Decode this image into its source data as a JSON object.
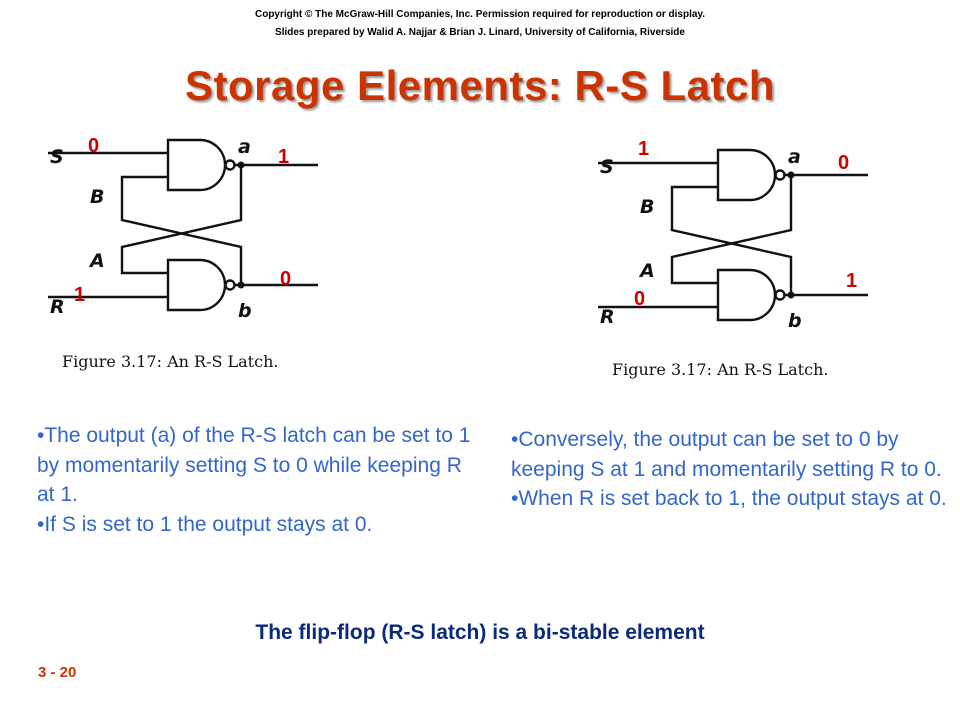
{
  "header": {
    "copyright": "Copyright © The McGraw-Hill Companies, Inc. Permission required for reproduction or display.",
    "credits": "Slides prepared by Walid A. Najjar & Brian J. Linard, University of California, Riverside"
  },
  "title": "Storage Elements: R-S Latch",
  "figures": [
    {
      "pins": {
        "S": "S",
        "R": "R",
        "A": "A",
        "B": "B",
        "a": "a",
        "b": "b"
      },
      "values": {
        "s": "0",
        "a": "1",
        "r": "1",
        "b": "0"
      },
      "caption": "Figure 3.17: An R-S Latch."
    },
    {
      "pins": {
        "S": "S",
        "R": "R",
        "A": "A",
        "B": "B",
        "a": "a",
        "b": "b"
      },
      "values": {
        "s": "1",
        "a": "0",
        "r": "0",
        "b": "1"
      },
      "caption": "Figure 3.17: An R-S Latch."
    }
  ],
  "left_text": [
    "•The output (a) of the R-S latch can be set to 1 by momentarily setting S to 0 while keeping R at 1.",
    "•If S is set to 1 the output stays at 0."
  ],
  "right_text": [
    "•Conversely, the output can be set to 0 by keeping S at 1 and momentarily setting R to 0.",
    "•When R is set back to 1, the output stays at 0."
  ],
  "summary": "The flip-flop (R-S latch)  is a bi-stable element",
  "slide_number": "3 - 20",
  "colors": {
    "title": "#cc3300",
    "bullets": "#3366cc",
    "summary": "#0b2a7a",
    "values": "#cc0000"
  }
}
